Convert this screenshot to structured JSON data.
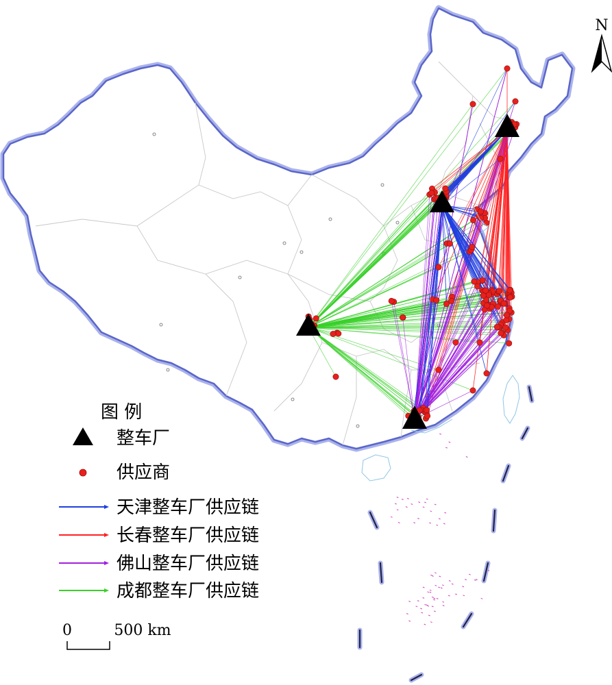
{
  "north_arrow": {
    "label": "N"
  },
  "legend": {
    "title": "图 例",
    "items": [
      {
        "label": "整车厂",
        "symbol": "triangle",
        "color": "#000000"
      },
      {
        "label": "供应商",
        "symbol": "circle",
        "color": "#e8201c"
      },
      {
        "label": "天津整车厂供应链",
        "symbol": "line",
        "color": "#1f3fe0"
      },
      {
        "label": "长春整车厂供应链",
        "symbol": "line",
        "color": "#ff2020"
      },
      {
        "label": "佛山整车厂供应链",
        "symbol": "line",
        "color": "#a020e0"
      },
      {
        "label": "成都整车厂供应链",
        "symbol": "line",
        "color": "#3ad02a"
      }
    ]
  },
  "scale_bar": {
    "start_label": "0",
    "end_label": "500 km"
  },
  "colors": {
    "border_halo": "#aab2ec",
    "border_line": "#5a66c8",
    "province_line": "#c8c8c8",
    "tianjin": "#1f3fe0",
    "changchun": "#ff2020",
    "foshan": "#a020e0",
    "chengdu": "#3ad02a",
    "supplier": "#e8201c",
    "plant": "#000000"
  }
}
